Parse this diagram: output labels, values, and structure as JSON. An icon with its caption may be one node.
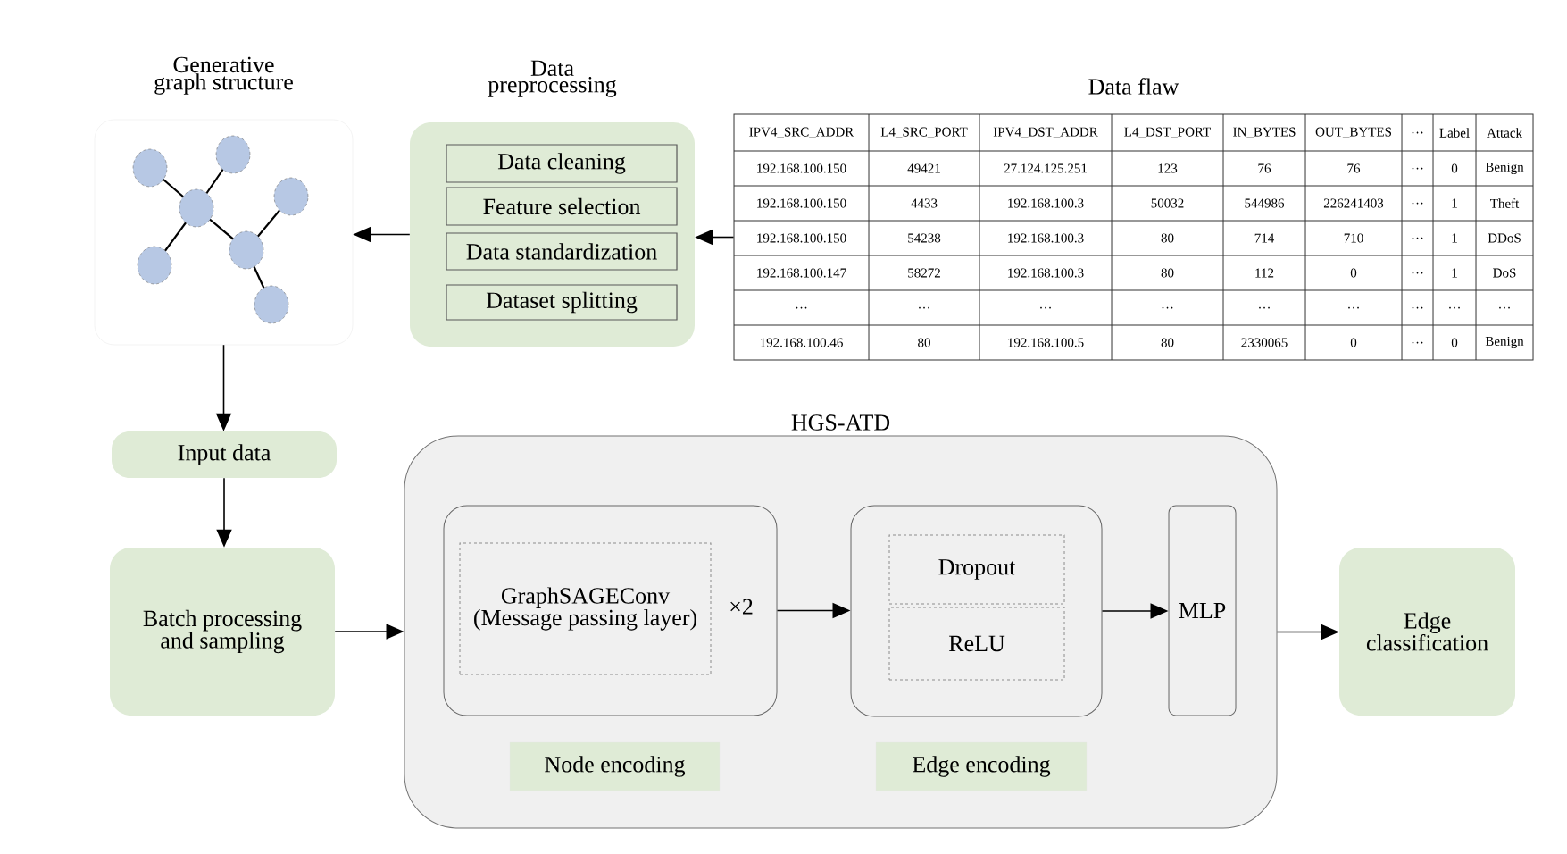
{
  "diagram": {
    "nodes": [
      {
        "text": [
          "Generative graph structure"
        ]
      },
      {
        "text": [
          "Data preprocessing"
        ]
      },
      {
        "text": [
          "Data cleaning"
        ],
        "in": 1
      },
      {
        "text": [
          "Feature selection"
        ],
        "in": 1
      },
      {
        "text": [
          "Data standardization"
        ],
        "in": 1
      },
      {
        "text": [
          "Dataset splitting"
        ],
        "in": 1
      },
      {
        "text": [
          "Data flaw"
        ]
      },
      {
        "text": [
          "Input data"
        ]
      },
      {
        "text": [
          "Batch processing and sampling"
        ]
      },
      {
        "text": [
          "HGS-ATD"
        ]
      },
      {
        "text": [
          "×2"
        ],
        "in": 9
      },
      {
        "text": [
          "GraphSAGEConv (Message passing layer)"
        ],
        "in": 10
      },
      {
        "text": [
          "Node encoding"
        ],
        "in": 9
      },
      {
        "text": [],
        "shape": "box",
        "in": 9
      },
      {
        "text": [
          "Dropout"
        ],
        "in": 13
      },
      {
        "text": [
          "ReLU"
        ],
        "in": 13
      },
      {
        "text": [
          "Edge encoding"
        ],
        "in": 9
      },
      {
        "text": [
          "MLP"
        ],
        "in": 9
      },
      {
        "text": [
          "Edge classification"
        ]
      }
    ],
    "edges": [
      {
        "from": 1,
        "to": 0,
        "arrow": "to"
      },
      {
        "from": 6,
        "to": 1,
        "arrow": "to"
      },
      {
        "from": 0,
        "to": 7,
        "arrow": "to"
      },
      {
        "from": 7,
        "to": 8,
        "arrow": "to"
      },
      {
        "from": 8,
        "to": 9,
        "arrow": "to"
      },
      {
        "from": 10,
        "to": 13,
        "arrow": "to"
      },
      {
        "from": 13,
        "to": 17,
        "arrow": "to"
      },
      {
        "from": 9,
        "to": 18,
        "arrow": "to"
      }
    ],
    "labels": [
      "IPV4_SRC_ADDR",
      "L4_SRC_PORT",
      "IPV4_DST_ADDR",
      "L4_DST_PORT",
      "IN_BYTES",
      "OUT_BYTES",
      "…",
      "Label",
      "Attack",
      "192.168.100.150",
      "49421",
      "27.124.125.251",
      "123",
      "76",
      "76",
      "…",
      "0",
      "Benign",
      "192.168.100.150",
      "4433",
      "192.168.100.3",
      "50032",
      "544986",
      "226241403",
      "…",
      "1",
      "Theft",
      "192.168.100.150",
      "54238",
      "192.168.100.3",
      "80",
      "714",
      "710",
      "…",
      "1",
      "DDoS",
      "192.168.100.147",
      "58272",
      "192.168.100.3",
      "80",
      "112",
      "0",
      "…",
      "1",
      "DoS",
      "…",
      "…",
      "…",
      "…",
      "…",
      "…",
      "…",
      "…",
      "…",
      "192.168.100.46",
      "80",
      "192.168.100.5",
      "80",
      "2330065",
      "0",
      "…",
      "0",
      "Benign"
    ]
  }
}
